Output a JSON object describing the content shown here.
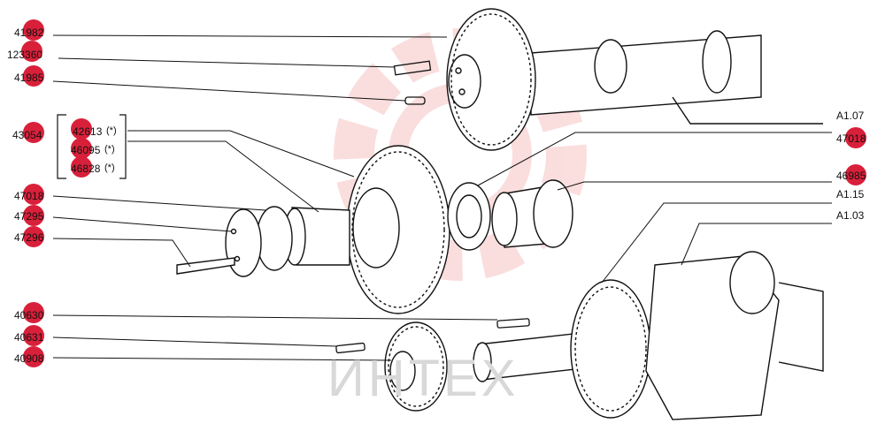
{
  "left_parts": [
    {
      "code": "41982"
    },
    {
      "code": "123360"
    },
    {
      "code": "41985"
    },
    {
      "code": "43054"
    },
    {
      "code": "42613"
    },
    {
      "code": "46095"
    },
    {
      "code": "46828"
    },
    {
      "code": "47018"
    },
    {
      "code": "47295"
    },
    {
      "code": "47296"
    },
    {
      "code": "40630"
    },
    {
      "code": "40631"
    },
    {
      "code": "40908"
    }
  ],
  "variant_marker": "(*)",
  "right_parts": [
    {
      "code": "A1.07",
      "badge": false
    },
    {
      "code": "47018",
      "badge": true
    },
    {
      "code": "46985",
      "badge": true
    },
    {
      "code": "A1.15",
      "badge": false
    },
    {
      "code": "A1.03",
      "badge": false
    }
  ],
  "watermark": "ИНТЕХ",
  "colors": {
    "badge": "#d9203a",
    "line": "#111111",
    "watermark": "#f6b9b9"
  }
}
